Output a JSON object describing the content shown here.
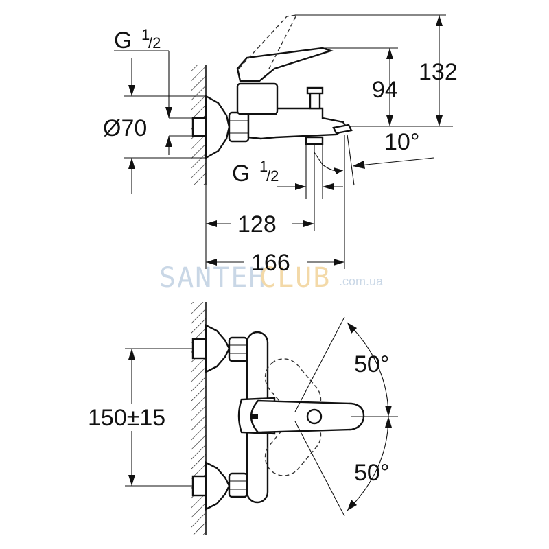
{
  "watermark": {
    "part1": "SANTEH",
    "part2": "CLUB",
    "part3": ".com.ua"
  },
  "top_view": {
    "thread_top": {
      "main": "G",
      "sup": "1",
      "sub": "/2"
    },
    "diameter": "Ø70",
    "height_94": "94",
    "height_132": "132",
    "angle": "10°",
    "thread_bottom": {
      "main": "G",
      "sup": "1",
      "sub": "/2"
    },
    "length_128": "128",
    "length_166": "166"
  },
  "front_view": {
    "centers": "150±15",
    "angle_up": "50°",
    "angle_down": "50°"
  }
}
